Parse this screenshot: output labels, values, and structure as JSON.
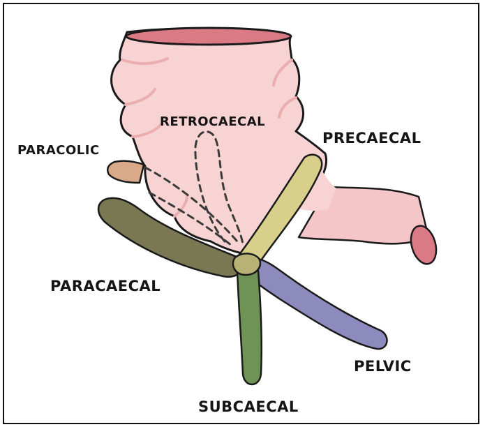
{
  "labels": {
    "retrocaecal": "RETROCAECAL",
    "paracolic": "PARACOLIC",
    "precaecal": "PRECAECAL",
    "paracaecal": "PARACAECAL",
    "pelvic": "PELVIC",
    "subcaecal": "SUBCAECAL"
  },
  "colors": {
    "caecum_fill": "#f8d3d4",
    "caecum_shade": "#eaaeb0",
    "ileum_fill": "#f4c6c8",
    "lumen": "#d97a84",
    "outline": "#1a1a1a",
    "paracolic": "#d9a98a",
    "paracaecal": "#6e6c43",
    "precaecal": "#d8cf8a",
    "pelvic": "#8d8bbd",
    "subcaecal": "#6f9355",
    "dashed": "#3a3a3a"
  }
}
